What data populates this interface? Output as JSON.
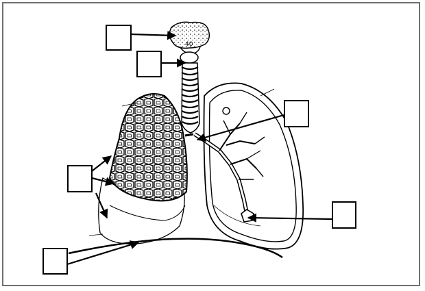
{
  "diagram": {
    "subject": "lungs",
    "larynx_marking": "40",
    "labels": [
      {
        "id": "label-1",
        "text": ""
      },
      {
        "id": "label-2",
        "text": ""
      },
      {
        "id": "label-3",
        "text": ""
      },
      {
        "id": "label-4",
        "text": ""
      },
      {
        "id": "label-5",
        "text": ""
      },
      {
        "id": "label-6",
        "text": ""
      }
    ]
  }
}
